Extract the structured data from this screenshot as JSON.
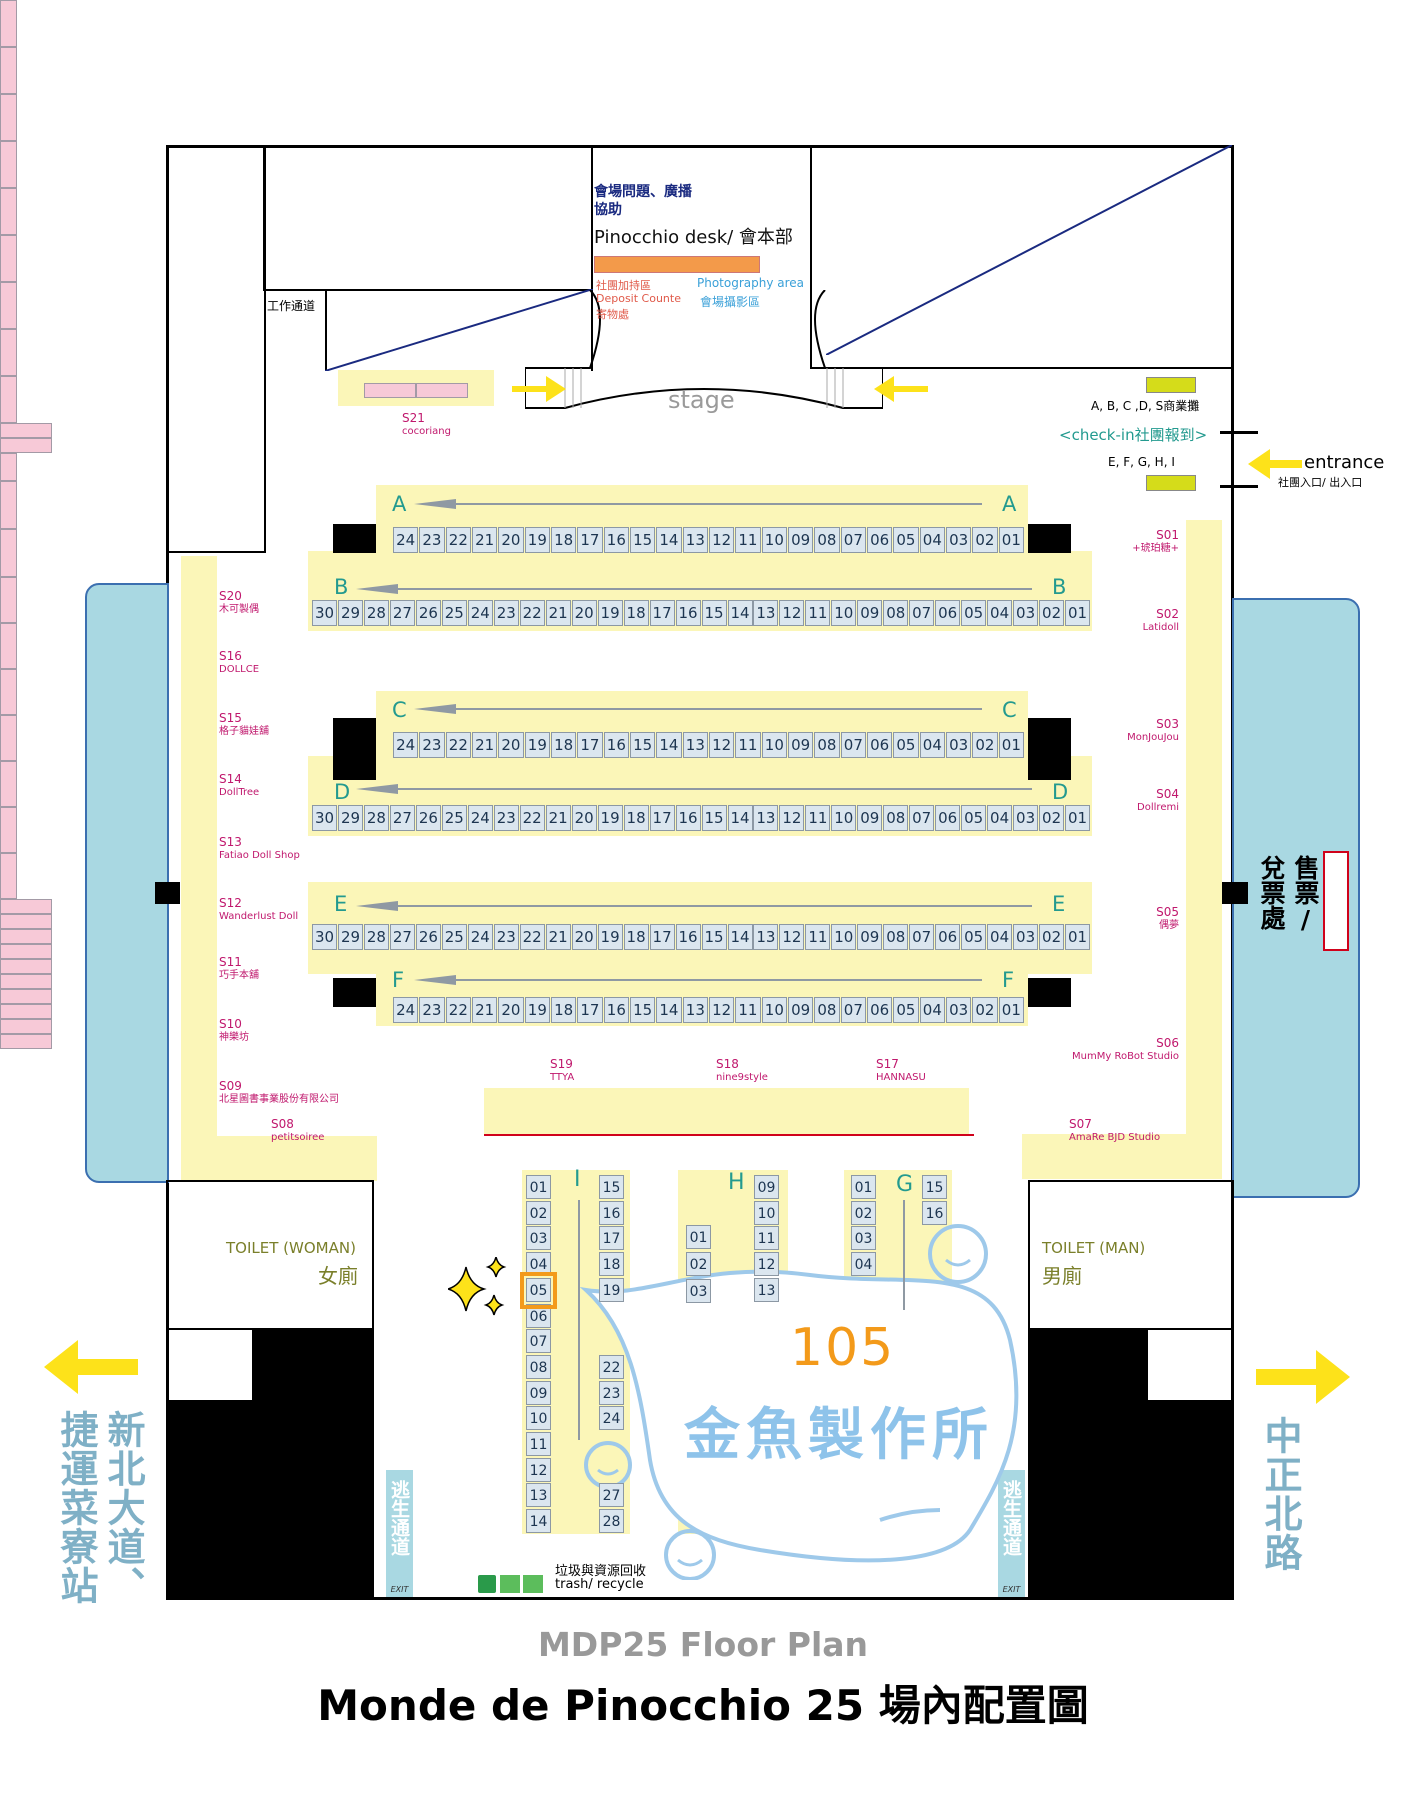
{
  "booth_rows": [
    {
      "id": "row-a",
      "label": "A",
      "start": 24,
      "end": 1
    },
    {
      "id": "row-b",
      "label": "B",
      "start": 30,
      "end": 1
    },
    {
      "id": "row-c",
      "label": "C",
      "start": 24,
      "end": 1
    },
    {
      "id": "row-d",
      "label": "D",
      "start": 30,
      "end": 1
    },
    {
      "id": "row-e",
      "label": "E",
      "start": 30,
      "end": 1
    },
    {
      "id": "row-f",
      "label": "F",
      "start": 24,
      "end": 1
    }
  ],
  "columns": {
    "I": {
      "label": "I",
      "left": [
        "01",
        "02",
        "03",
        "04",
        "05",
        "06",
        "07",
        "08",
        "09",
        "10",
        "11",
        "12",
        "13",
        "14"
      ],
      "right": [
        "15",
        "16",
        "17",
        "18",
        "19",
        "",
        "",
        "22",
        "23",
        "24",
        "",
        "",
        "27",
        "28"
      ]
    },
    "H": {
      "label": "H",
      "left": [
        "01",
        "02",
        "03"
      ],
      "right": [
        "09",
        "10",
        "11",
        "12",
        "13"
      ]
    },
    "G": {
      "label": "G",
      "left": [
        "01",
        "02",
        "03",
        "04"
      ],
      "right": [
        "15",
        "16"
      ]
    }
  },
  "special_booths": [
    {
      "id": "S01",
      "name": "+琥珀糖+"
    },
    {
      "id": "S02",
      "name": "Latidoll"
    },
    {
      "id": "S03",
      "name": "MonJouJou"
    },
    {
      "id": "S04",
      "name": "Dollremi"
    },
    {
      "id": "S05",
      "name": "偶夢"
    },
    {
      "id": "S06",
      "name": "MumMy RoBot Studio"
    },
    {
      "id": "S07",
      "name": "AmaRe BJD Studio"
    },
    {
      "id": "S08",
      "name": "petitsoiree"
    },
    {
      "id": "S09",
      "name": "北星圖書事業股份有限公司"
    },
    {
      "id": "S10",
      "name": "神樂坊"
    },
    {
      "id": "S11",
      "name": "巧手本舖"
    },
    {
      "id": "S12",
      "name": "Wanderlust Doll"
    },
    {
      "id": "S13",
      "name": "Fatiao Doll Shop"
    },
    {
      "id": "S14",
      "name": "DollTree"
    },
    {
      "id": "S15",
      "name": "格子貓娃舖"
    },
    {
      "id": "S16",
      "name": "DOLLCE"
    },
    {
      "id": "S17",
      "name": "HANNASU"
    },
    {
      "id": "S18",
      "name": "nine9style"
    },
    {
      "id": "S19",
      "name": "TTYA"
    },
    {
      "id": "S20",
      "name": "木可製偶"
    },
    {
      "id": "S21",
      "name": "cocoriang"
    }
  ],
  "labels": {
    "desk_note": "會場問題、廣播協助",
    "desk": "Pinocchio desk/ 會本部",
    "deposit_zh": "社團加持區",
    "deposit_en": "Deposit Counte",
    "deposit_zh2": "寄物處",
    "photo_en": "Photography area",
    "photo_zh": "會場攝影區",
    "work_passage": "工作通道",
    "stage": "stage",
    "group_abcds": "A, B, C ,D, S商業攤",
    "checkin": "<check-in社團報到>",
    "group_efghi": "E, F, G, H, I",
    "entrance": "entrance",
    "entrance_zh": "社團入口/ 出入口",
    "ticket": "售票/兌票處",
    "toilet_w_en": "TOILET (WOMAN)",
    "toilet_w_zh": "女廁",
    "toilet_m_en": "TOILET (MAN)",
    "toilet_m_zh": "男廁",
    "left_road": "新北大道、捷運菜寮站",
    "right_road": "中正北路",
    "escape": "逃生通道",
    "exit": "EXIT",
    "trash_zh": "垃圾與資源回收",
    "trash_en": "trash/ recycle",
    "title_en": "MDP25 Floor Plan",
    "title_main": "Monde de Pinocchio 25 場內配置圖"
  },
  "annotation": {
    "booth_code": "I05",
    "number": "105",
    "name": "金魚製作所"
  },
  "colors": {
    "accent_yellow": "#fde21a",
    "aisle": "#fbf6b8",
    "booth": "#dbe6ef",
    "highlight": "#f39a1a",
    "teal": "#239a8f",
    "pink": "#c0186d",
    "bubble": "#9ec9ea"
  }
}
